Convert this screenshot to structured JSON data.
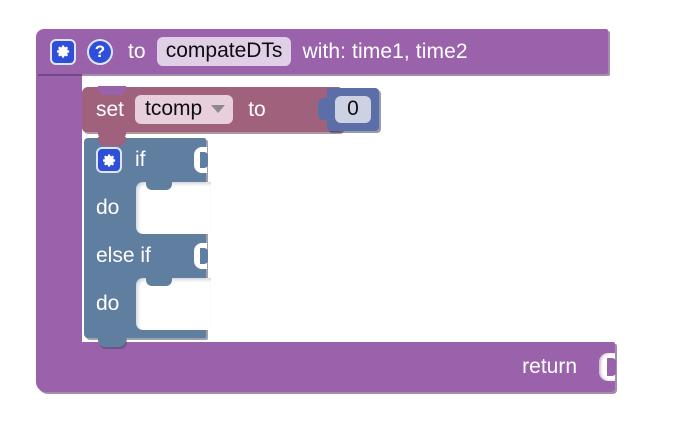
{
  "app": {
    "type": "visual-block-editor",
    "background_color": "#ffffff"
  },
  "colors": {
    "procedure_purple": "#9a62ab",
    "set_rose": "#a0617c",
    "control_slate_blue": "#607ea0",
    "number_blue": "#5b6ea8",
    "icon_blue": "#2f4fd8",
    "name_field_fill": "#e0cfe6",
    "dropdown_field_fill": "#e7cfdc",
    "number_field_fill": "#ccd2e4",
    "label_text": "#ffffff",
    "field_text": "#0d0d0d"
  },
  "procedure_block": {
    "mutator_icon": "gear-icon",
    "help_icon": "question-mark-icon",
    "prefix_label": "to",
    "procedure_name": "compateDTs",
    "params_label": "with: time1, time2",
    "return_label": "return"
  },
  "set_block": {
    "set_label": "set",
    "variable_name": "tcomp",
    "dropdown_icon": "chevron-down-icon",
    "to_label": "to",
    "value": {
      "block_type": "number",
      "number": "0"
    }
  },
  "if_block": {
    "mutator_icon": "gear-icon",
    "rows": [
      {
        "label": "if",
        "kind": "condition"
      },
      {
        "label": "do",
        "kind": "statement"
      },
      {
        "label": "else if",
        "kind": "condition"
      },
      {
        "label": "do",
        "kind": "statement"
      }
    ]
  }
}
